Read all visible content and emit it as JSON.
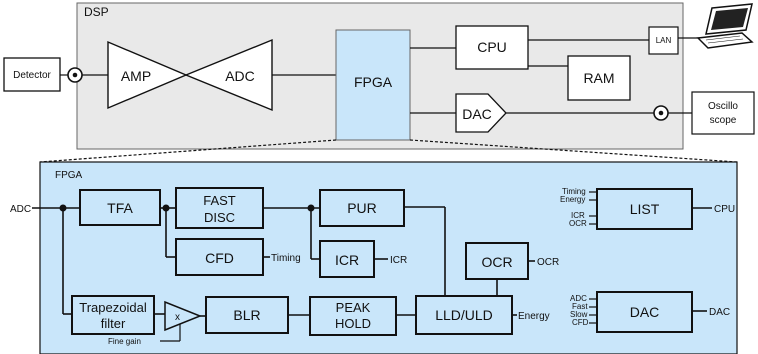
{
  "dsp": {
    "title": "DSP",
    "detector": "Detector",
    "amp": "AMP",
    "adc": "ADC",
    "fpga": "FPGA",
    "cpu": "CPU",
    "ram": "RAM",
    "dac": "DAC",
    "lan": "LAN",
    "oscilloscope_line1": "Oscillo",
    "oscilloscope_line2": "scope"
  },
  "fpga_detail": {
    "title": "FPGA",
    "input_label": "ADC",
    "tfa": "TFA",
    "fast_disc_line1": "FAST",
    "fast_disc_line2": "DISC",
    "pur": "PUR",
    "cfd": "CFD",
    "cfd_output": "Timing",
    "icr": "ICR",
    "icr_output": "ICR",
    "ocr": "OCR",
    "ocr_output": "OCR",
    "trapezoidal_line1": "Trapezoidal",
    "trapezoidal_line2": "filter",
    "multiplier": "x",
    "fine_gain": "Fine gain",
    "blr": "BLR",
    "peak_hold_line1": "PEAK",
    "peak_hold_line2": "HOLD",
    "lld_uld": "LLD/ULD",
    "energy_output": "Energy",
    "list": "LIST",
    "list_output": "CPU",
    "list_inputs": [
      "Timing",
      "Energy",
      "ICR",
      "OCR"
    ],
    "dac": "DAC",
    "dac_output": "DAC",
    "dac_inputs": [
      "ADC",
      "Fast",
      "Slow",
      "CFD"
    ]
  }
}
